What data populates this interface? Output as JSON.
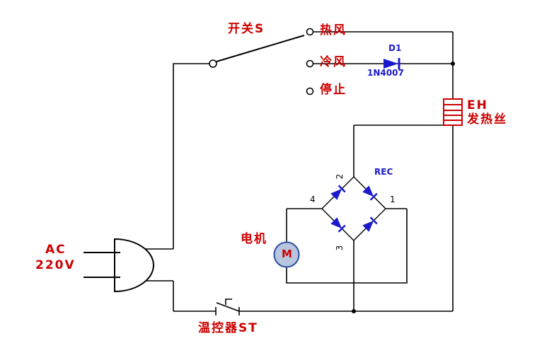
{
  "labels": {
    "switch": "开关S",
    "terminal_hot": "热风",
    "terminal_cold": "冷风",
    "terminal_stop": "停止",
    "diode_name": "D1",
    "diode_model": "1N4007",
    "heater_code": "EH",
    "heater_name": "发热丝",
    "rectifier": "REC",
    "bridge_terminal_top": "2",
    "bridge_terminal_left": "4",
    "bridge_terminal_right": "1",
    "bridge_terminal_bottom": "3",
    "motor_label": "电机",
    "motor_symbol": "M",
    "supply_line1": "AC",
    "supply_line2": "220V",
    "thermostat": "温控器ST"
  },
  "colors": {
    "wire": "#000000",
    "label_red": "#cc0000",
    "component_blue": "#1a1acc",
    "motor_fill": "#b7c6de",
    "motor_stroke": "#2b4fa0",
    "background": "#ffffff"
  }
}
